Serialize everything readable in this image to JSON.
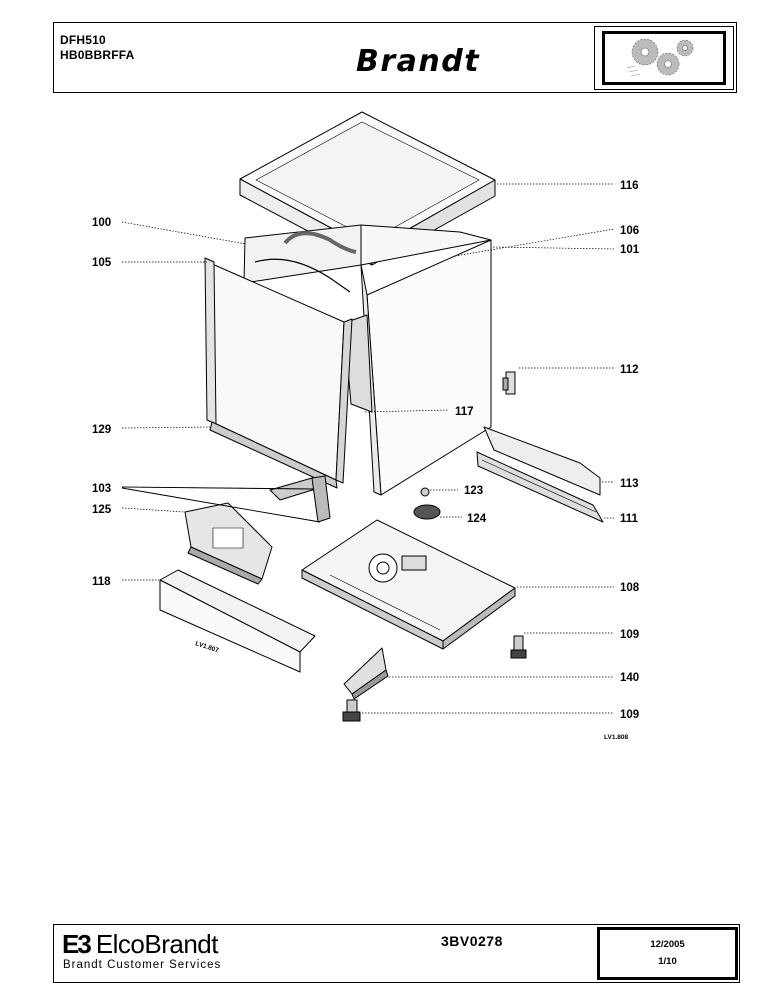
{
  "header": {
    "model_line_1": "DFH510",
    "model_line_2": "HB0BBRFFA",
    "brand": "Brandt",
    "logo_icon": "gears-icon"
  },
  "drawing": {
    "code_upper": "LV1.808",
    "code_lower": "LV1.807"
  },
  "callouts": [
    {
      "id": "116",
      "label": "116"
    },
    {
      "id": "100",
      "label": "100"
    },
    {
      "id": "106",
      "label": "106"
    },
    {
      "id": "101",
      "label": "101"
    },
    {
      "id": "105",
      "label": "105"
    },
    {
      "id": "112",
      "label": "112"
    },
    {
      "id": "117",
      "label": "117"
    },
    {
      "id": "129",
      "label": "129"
    },
    {
      "id": "113",
      "label": "113"
    },
    {
      "id": "103",
      "label": "103"
    },
    {
      "id": "123",
      "label": "123"
    },
    {
      "id": "125",
      "label": "125"
    },
    {
      "id": "124",
      "label": "124"
    },
    {
      "id": "111",
      "label": "111"
    },
    {
      "id": "118",
      "label": "118"
    },
    {
      "id": "108",
      "label": "108"
    },
    {
      "id": "109a",
      "label": "109"
    },
    {
      "id": "140",
      "label": "140"
    },
    {
      "id": "109b",
      "label": "109"
    }
  ],
  "footer": {
    "company": "ElcoBrandt",
    "company_mark": "E3",
    "service": "Brandt Customer Services",
    "doc_ref": "3BV0278",
    "date": "12/2005",
    "page": "1/10"
  }
}
